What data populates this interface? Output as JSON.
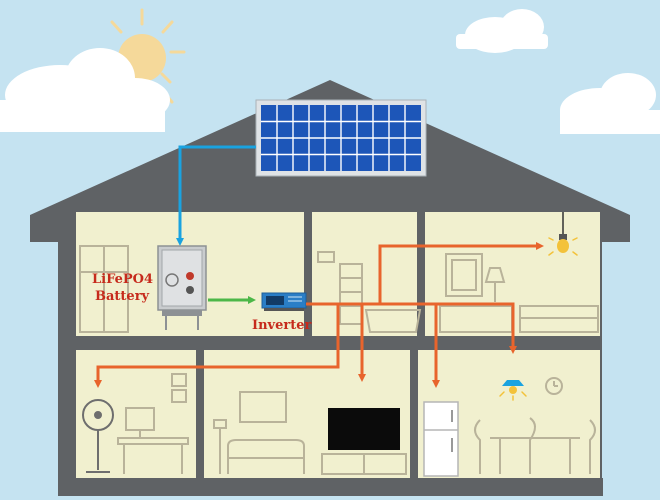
{
  "labels": {
    "battery_line1": "LiFePO4",
    "battery_line2": "Battery",
    "inverter": "Inverter"
  },
  "colors": {
    "sky": "#c5e3f1",
    "house_outline": "#5f6265",
    "wall": "#f1f0cf",
    "solar_wire": "#1aa3e0",
    "dc_wire": "#4cb748",
    "ac_wire": "#e8642c",
    "label_text": "#c62a1c",
    "solar_panel": "#1d56b8"
  },
  "icons": [
    "sun-icon",
    "cloud-icon",
    "solar-panel-icon",
    "battery-icon",
    "inverter-icon",
    "light-bulb-icon",
    "fan-icon",
    "television-icon",
    "refrigerator-icon",
    "ceiling-lamp-icon",
    "clock-icon"
  ]
}
